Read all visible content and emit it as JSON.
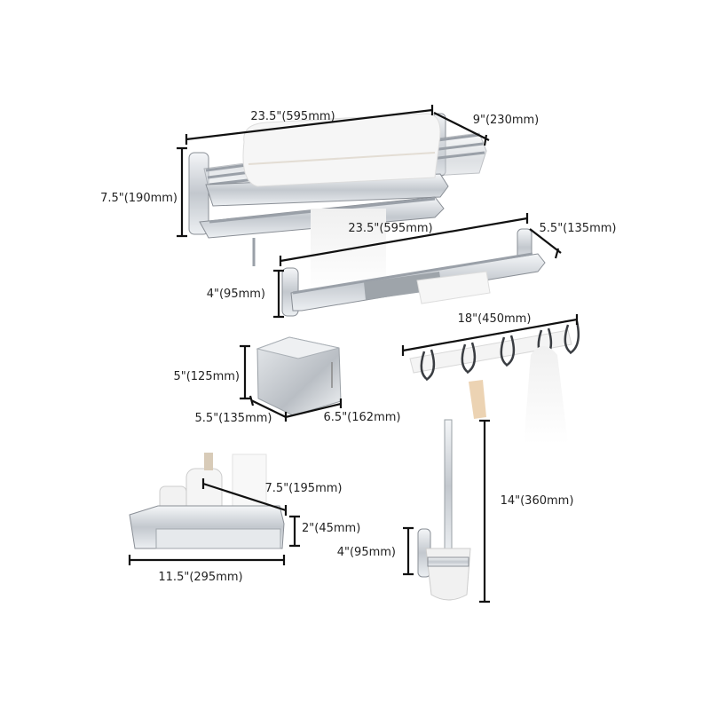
{
  "products": {
    "towel_rack": {
      "width_label": "23.5\"(595mm)",
      "depth_label": "9\"(230mm)",
      "height_label": "7.5\"(190mm)"
    },
    "towel_bar": {
      "width_label": "23.5\"(595mm)",
      "depth_label": "5.5\"(135mm)",
      "height_label": "4\"(95mm)"
    },
    "robe_hook_rail": {
      "width_label": "18\"(450mm)"
    },
    "tissue_box": {
      "height_label": "5\"(125mm)",
      "depth_label": "5.5\"(135mm)",
      "width_label": "6.5\"(162mm)"
    },
    "corner_shelf": {
      "diagonal_label": "7.5\"(195mm)",
      "height_label": "2\"(45mm)",
      "width_label": "11.5\"(295mm)"
    },
    "toilet_brush": {
      "height_label": "14\"(360mm)",
      "holder_height_label": "4\"(95mm)"
    }
  },
  "colors": {
    "dimension_line": "#111111",
    "chrome": "#c9ced4",
    "background": "#ffffff"
  }
}
